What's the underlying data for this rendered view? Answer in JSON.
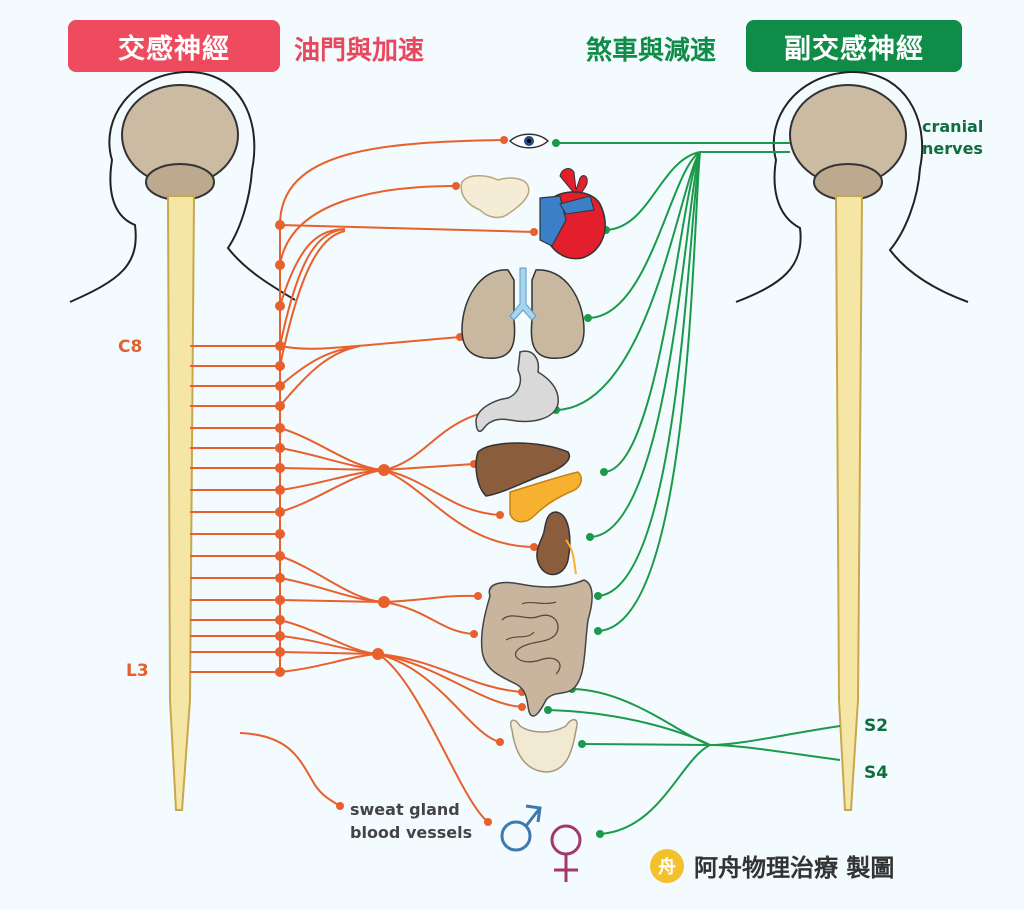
{
  "title_left": "交感神經",
  "subtitle_left": "油門與加速",
  "title_right": "副交感神經",
  "subtitle_right": "煞車與減速",
  "labels": {
    "cranial_line1": "cranial",
    "cranial_line2": "nerves",
    "c8": "C8",
    "l3": "L3",
    "s2": "S2",
    "s4": "S4",
    "sweat_line1": "sweat gland",
    "sweat_line2": "blood vessels"
  },
  "symbols": {
    "male": "♂",
    "female": "♀"
  },
  "credit": {
    "logo_char": "舟",
    "text": "阿舟物理治療 製圖"
  },
  "colors": {
    "sympathetic": "#e8602c",
    "parasympathetic": "#1a9a4a",
    "badge_red": "#ee4b5f",
    "badge_green": "#0f8c47"
  },
  "icons": [
    "eye-icon",
    "brain-icon",
    "spinal-cord-icon",
    "heart-icon",
    "lungs-icon",
    "stomach-icon",
    "liver-icon",
    "pancreas-icon",
    "kidney-icon",
    "intestine-icon",
    "bladder-icon",
    "male-symbol",
    "female-symbol",
    "salivary-gland-icon"
  ]
}
